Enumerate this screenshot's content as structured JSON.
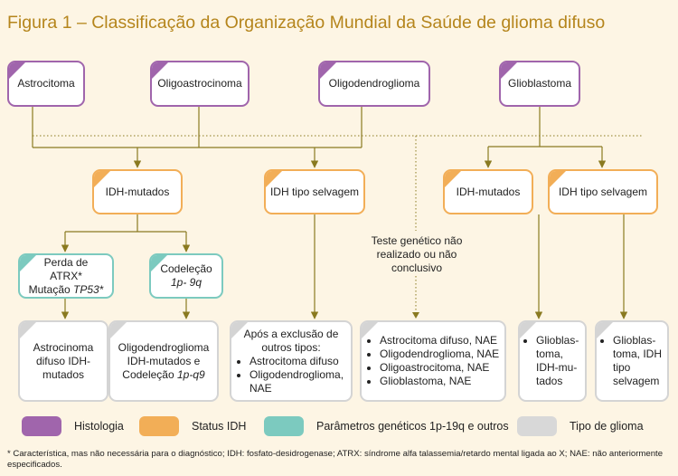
{
  "title": "Figura 1 – Classificação da Organização Mundial da Saúde de glioma difuso",
  "histology": {
    "astrocitoma": "Astrocitoma",
    "oligoastrocinoma": "Oligoastrocinoma",
    "oligodendroglioma": "Oligodendroglioma",
    "glioblastoma": "Glioblastoma"
  },
  "idh_status": {
    "left_mutated": "IDH-mutados",
    "left_wild": "IDH tipo selvagem",
    "right_mutated": "IDH-mutados",
    "right_wild": "IDH tipo selvagem"
  },
  "genetic": {
    "atrx_line1": "Perda de ATRX*",
    "atrx_line2_prefix": "Mutação ",
    "atrx_line2_gene": "TP53*",
    "codel_line1": "Codeleção",
    "codel_line2": "1p- 9q"
  },
  "untested_note": "Teste genético não realizado ou não conclusivo",
  "types": {
    "astro_idh": [
      "Astrocinoma",
      "difuso IDH-",
      "mutados"
    ],
    "oligo_codel": [
      "Oligodendroglioma",
      "IDH-mutados e",
      "Codeleção "
    ],
    "oligo_codel_italic": "1p-q9",
    "exclusion_intro": "Após a exclusão de outros tipos:",
    "exclusion_items": [
      "Astrocitoma difuso",
      "Oligodendroglioma, NAE"
    ],
    "nae_items": [
      "Astrocitoma difuso, NAE",
      "Oligodendroglioma, NAE",
      "Oligoastrocitoma, NAE",
      "Glioblastoma, NAE"
    ],
    "gbm_mut": "Glioblas-toma, IDH-mu-tados",
    "gbm_wild": "Glioblas-toma, IDH tipo selvagem"
  },
  "legend": [
    {
      "label": "Histologia",
      "color": "#a065ac"
    },
    {
      "label": "Status IDH",
      "color": "#f2ae57"
    },
    {
      "label": "Parâmetros genéticos 1p-19q e outros",
      "color": "#7ccabf"
    },
    {
      "label": "Tipo de glioma",
      "color": "#d8d8d8"
    }
  ],
  "footnote": "* Característica, mas não necessária para o diagnóstico; IDH: fosfato-desidrogenase; ATRX: síndrome alfa talassemia/retardo mental ligada ao X; NAE: não anteriormente especificados."
}
